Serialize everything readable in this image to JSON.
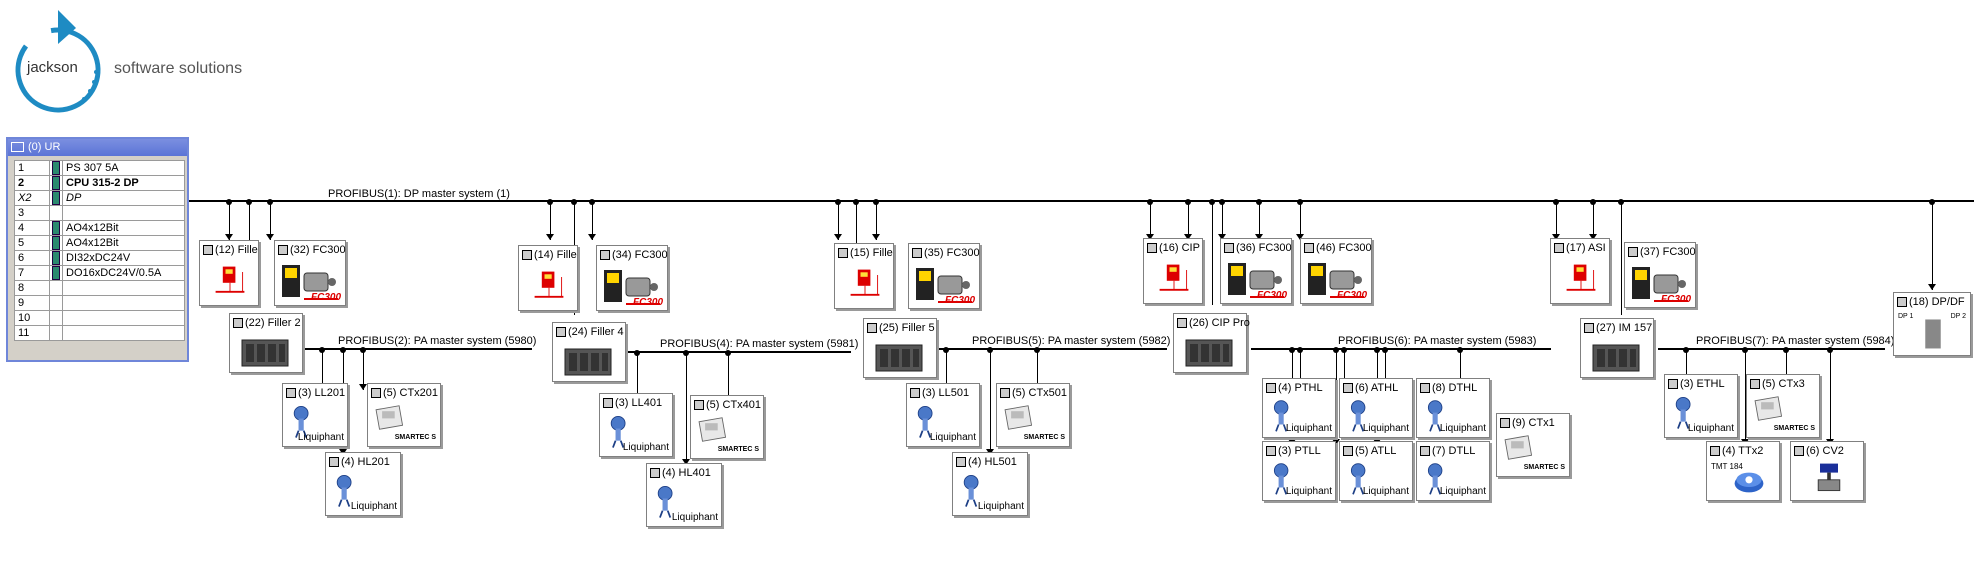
{
  "logo": {
    "brand": "jackson",
    "tagline": "software solutions",
    "accent": "#1e8bc3"
  },
  "rack": {
    "title": "(0) UR",
    "rows": [
      {
        "slot": "1",
        "module": "PS 307 5A",
        "icon": true,
        "bold": false,
        "italic": false
      },
      {
        "slot": "2",
        "module": "CPU 315-2 DP",
        "icon": true,
        "bold": true,
        "italic": false
      },
      {
        "slot": "X2",
        "module": "DP",
        "icon": true,
        "bold": false,
        "italic": true
      },
      {
        "slot": "3",
        "module": "",
        "icon": false,
        "bold": false,
        "italic": false
      },
      {
        "slot": "4",
        "module": "AO4x12Bit",
        "icon": true,
        "bold": false,
        "italic": false
      },
      {
        "slot": "5",
        "module": "AO4x12Bit",
        "icon": true,
        "bold": false,
        "italic": false
      },
      {
        "slot": "6",
        "module": "DI32xDC24V",
        "icon": true,
        "bold": false,
        "italic": false
      },
      {
        "slot": "7",
        "module": "DO16xDC24V/0.5A",
        "icon": true,
        "bold": false,
        "italic": false
      },
      {
        "slot": "8",
        "module": "",
        "icon": false,
        "bold": false,
        "italic": false
      },
      {
        "slot": "9",
        "module": "",
        "icon": false,
        "bold": false,
        "italic": false
      },
      {
        "slot": "10",
        "module": "",
        "icon": false,
        "bold": false,
        "italic": false
      },
      {
        "slot": "11",
        "module": "",
        "icon": false,
        "bold": false,
        "italic": false
      }
    ]
  },
  "buses": {
    "dp": "PROFIBUS(1): DP master system (1)",
    "pa2": "PROFIBUS(2): PA master system (5980)",
    "pa4": "PROFIBUS(4): PA master system (5981)",
    "pa5": "PROFIBUS(5): PA master system (5982)",
    "pa6": "PROFIBUS(6): PA master system (5983)",
    "pa7": "PROFIBUS(7): PA master system (5984)"
  },
  "devices": {
    "d12": "(12) Fille",
    "d32": "(32) FC300",
    "d22": "(22) Filler 2",
    "d14": "(14) Fille",
    "d34": "(34) FC300",
    "d24": "(24) Filler 4",
    "d15": "(15) Fille",
    "d35": "(35) FC300",
    "d25": "(25) Filler 5",
    "d16": "(16) CIP",
    "d36": "(36) FC300",
    "d46": "(46) FC300",
    "d26": "(26) CIP Pro",
    "d17": "(17) ASI",
    "d37": "(37) FC300",
    "d27": "(27) IM 157",
    "d18": "(18) DP/DF",
    "p2_ll201": "(3) LL201",
    "p2_ctx201": "(5) CTx201",
    "p2_hl201": "(4) HL201",
    "p4_ll401": "(3) LL401",
    "p4_ctx401": "(5) CTx401",
    "p4_hl401": "(4) HL401",
    "p5_ll501": "(3) LL501",
    "p5_ctx501": "(5) CTx501",
    "p5_hl501": "(4) HL501",
    "p6_pthl": "(4) PTHL",
    "p6_athl": "(6) ATHL",
    "p6_dthl": "(8) DTHL",
    "p6_ctx1": "(9) CTx1",
    "p6_ptll": "(3) PTLL",
    "p6_atll": "(5) ATLL",
    "p6_dtll": "(7) DTLL",
    "p7_ethl": "(3) ETHL",
    "p7_ctx3": "(5) CTx3",
    "p7_ttx2": "(4) TTx2",
    "p7_cv2": "(6) CV2"
  },
  "icon_text": {
    "liquiphant": "Liquiphant",
    "fc300": "FC300",
    "smartec": "SMARTEC S",
    "tmt": "TMT 184",
    "dp1": "DP 1",
    "dp2": "DP 2"
  }
}
